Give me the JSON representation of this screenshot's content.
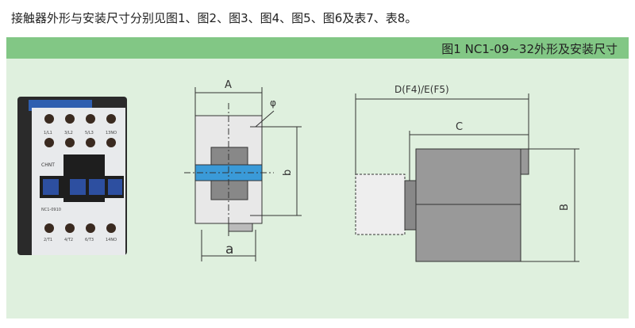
{
  "intro": "接触器外形与安装尺寸分别见图1、图2、图3、图4、图5、图6及表7、表8。",
  "figure_title": "图1 NC1-09~32外形及安装尺寸",
  "photo": {
    "brand": "CHNT",
    "model": "NC1-0910",
    "terminals_top": [
      "1/L1",
      "3/L2",
      "5/L3",
      "13NO"
    ],
    "terminals_bottom": [
      "2/T1",
      "4/T2",
      "6/T3",
      "14NO"
    ]
  },
  "front_view": {
    "dim_A": "A",
    "dim_a": "a",
    "dim_b": "b",
    "dim_phi": "φ"
  },
  "side_view": {
    "dim_DE": "D(F4)/E(F5)",
    "dim_C": "C",
    "dim_B": "B"
  }
}
